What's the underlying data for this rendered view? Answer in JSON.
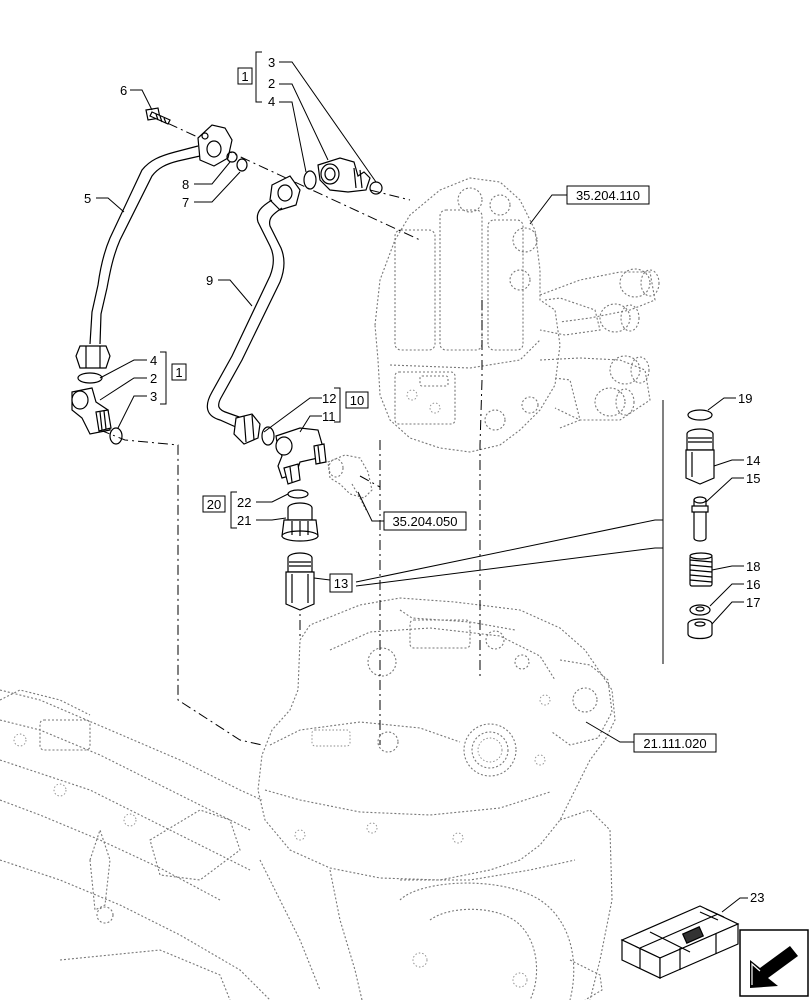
{
  "labels": {
    "l1": "1",
    "l2": "2",
    "l3": "3",
    "l4": "4",
    "l5": "5",
    "l6": "6",
    "l7": "7",
    "l8": "8",
    "l9": "9",
    "l10": "10",
    "l11": "11",
    "l12": "12",
    "l13": "13",
    "l14": "14",
    "l15": "15",
    "l16": "16",
    "l17": "17",
    "l18": "18",
    "l19": "19",
    "l20": "20",
    "l21": "21",
    "l22": "22",
    "l23": "23"
  },
  "references": {
    "valve_block": "35.204.110",
    "tee_connection": "35.204.050",
    "rear_housing": "21.111.020"
  }
}
